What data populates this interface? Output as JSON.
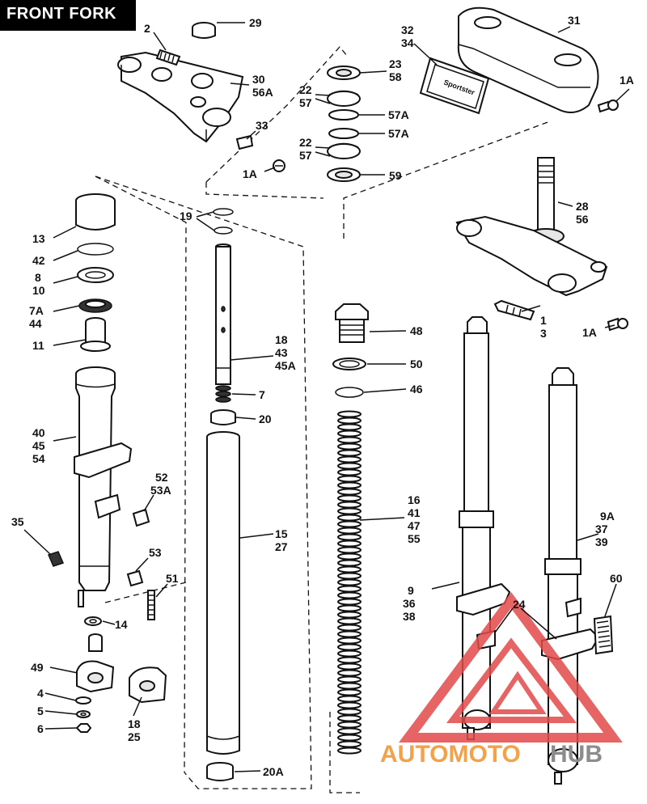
{
  "header": {
    "title": "FRONT FORK"
  },
  "badge_text": "Sportster",
  "watermark": {
    "part_a": "AUTOMOTO",
    "part_b": "HUB",
    "color_a": "#f3a24a",
    "color_b": "#8c8c8c",
    "triangle_color": "#e34a4a"
  },
  "callouts": [
    "29",
    "2",
    "30",
    "56A",
    "33",
    "1A",
    "32",
    "34",
    "23",
    "58",
    "22",
    "57",
    "57A",
    "57A",
    "22",
    "57",
    "59",
    "31",
    "1A",
    "28",
    "56",
    "1",
    "3",
    "1A",
    "13",
    "42",
    "8",
    "10",
    "7A",
    "44",
    "11",
    "19",
    "18",
    "43",
    "45A",
    "7",
    "20",
    "48",
    "50",
    "46",
    "40",
    "45",
    "54",
    "52",
    "53A",
    "35",
    "53",
    "51",
    "15",
    "27",
    "16",
    "41",
    "47",
    "55",
    "9",
    "36",
    "38",
    "9A",
    "37",
    "39",
    "60",
    "24",
    "14",
    "49",
    "4",
    "5",
    "6",
    "18",
    "25",
    "20A"
  ]
}
